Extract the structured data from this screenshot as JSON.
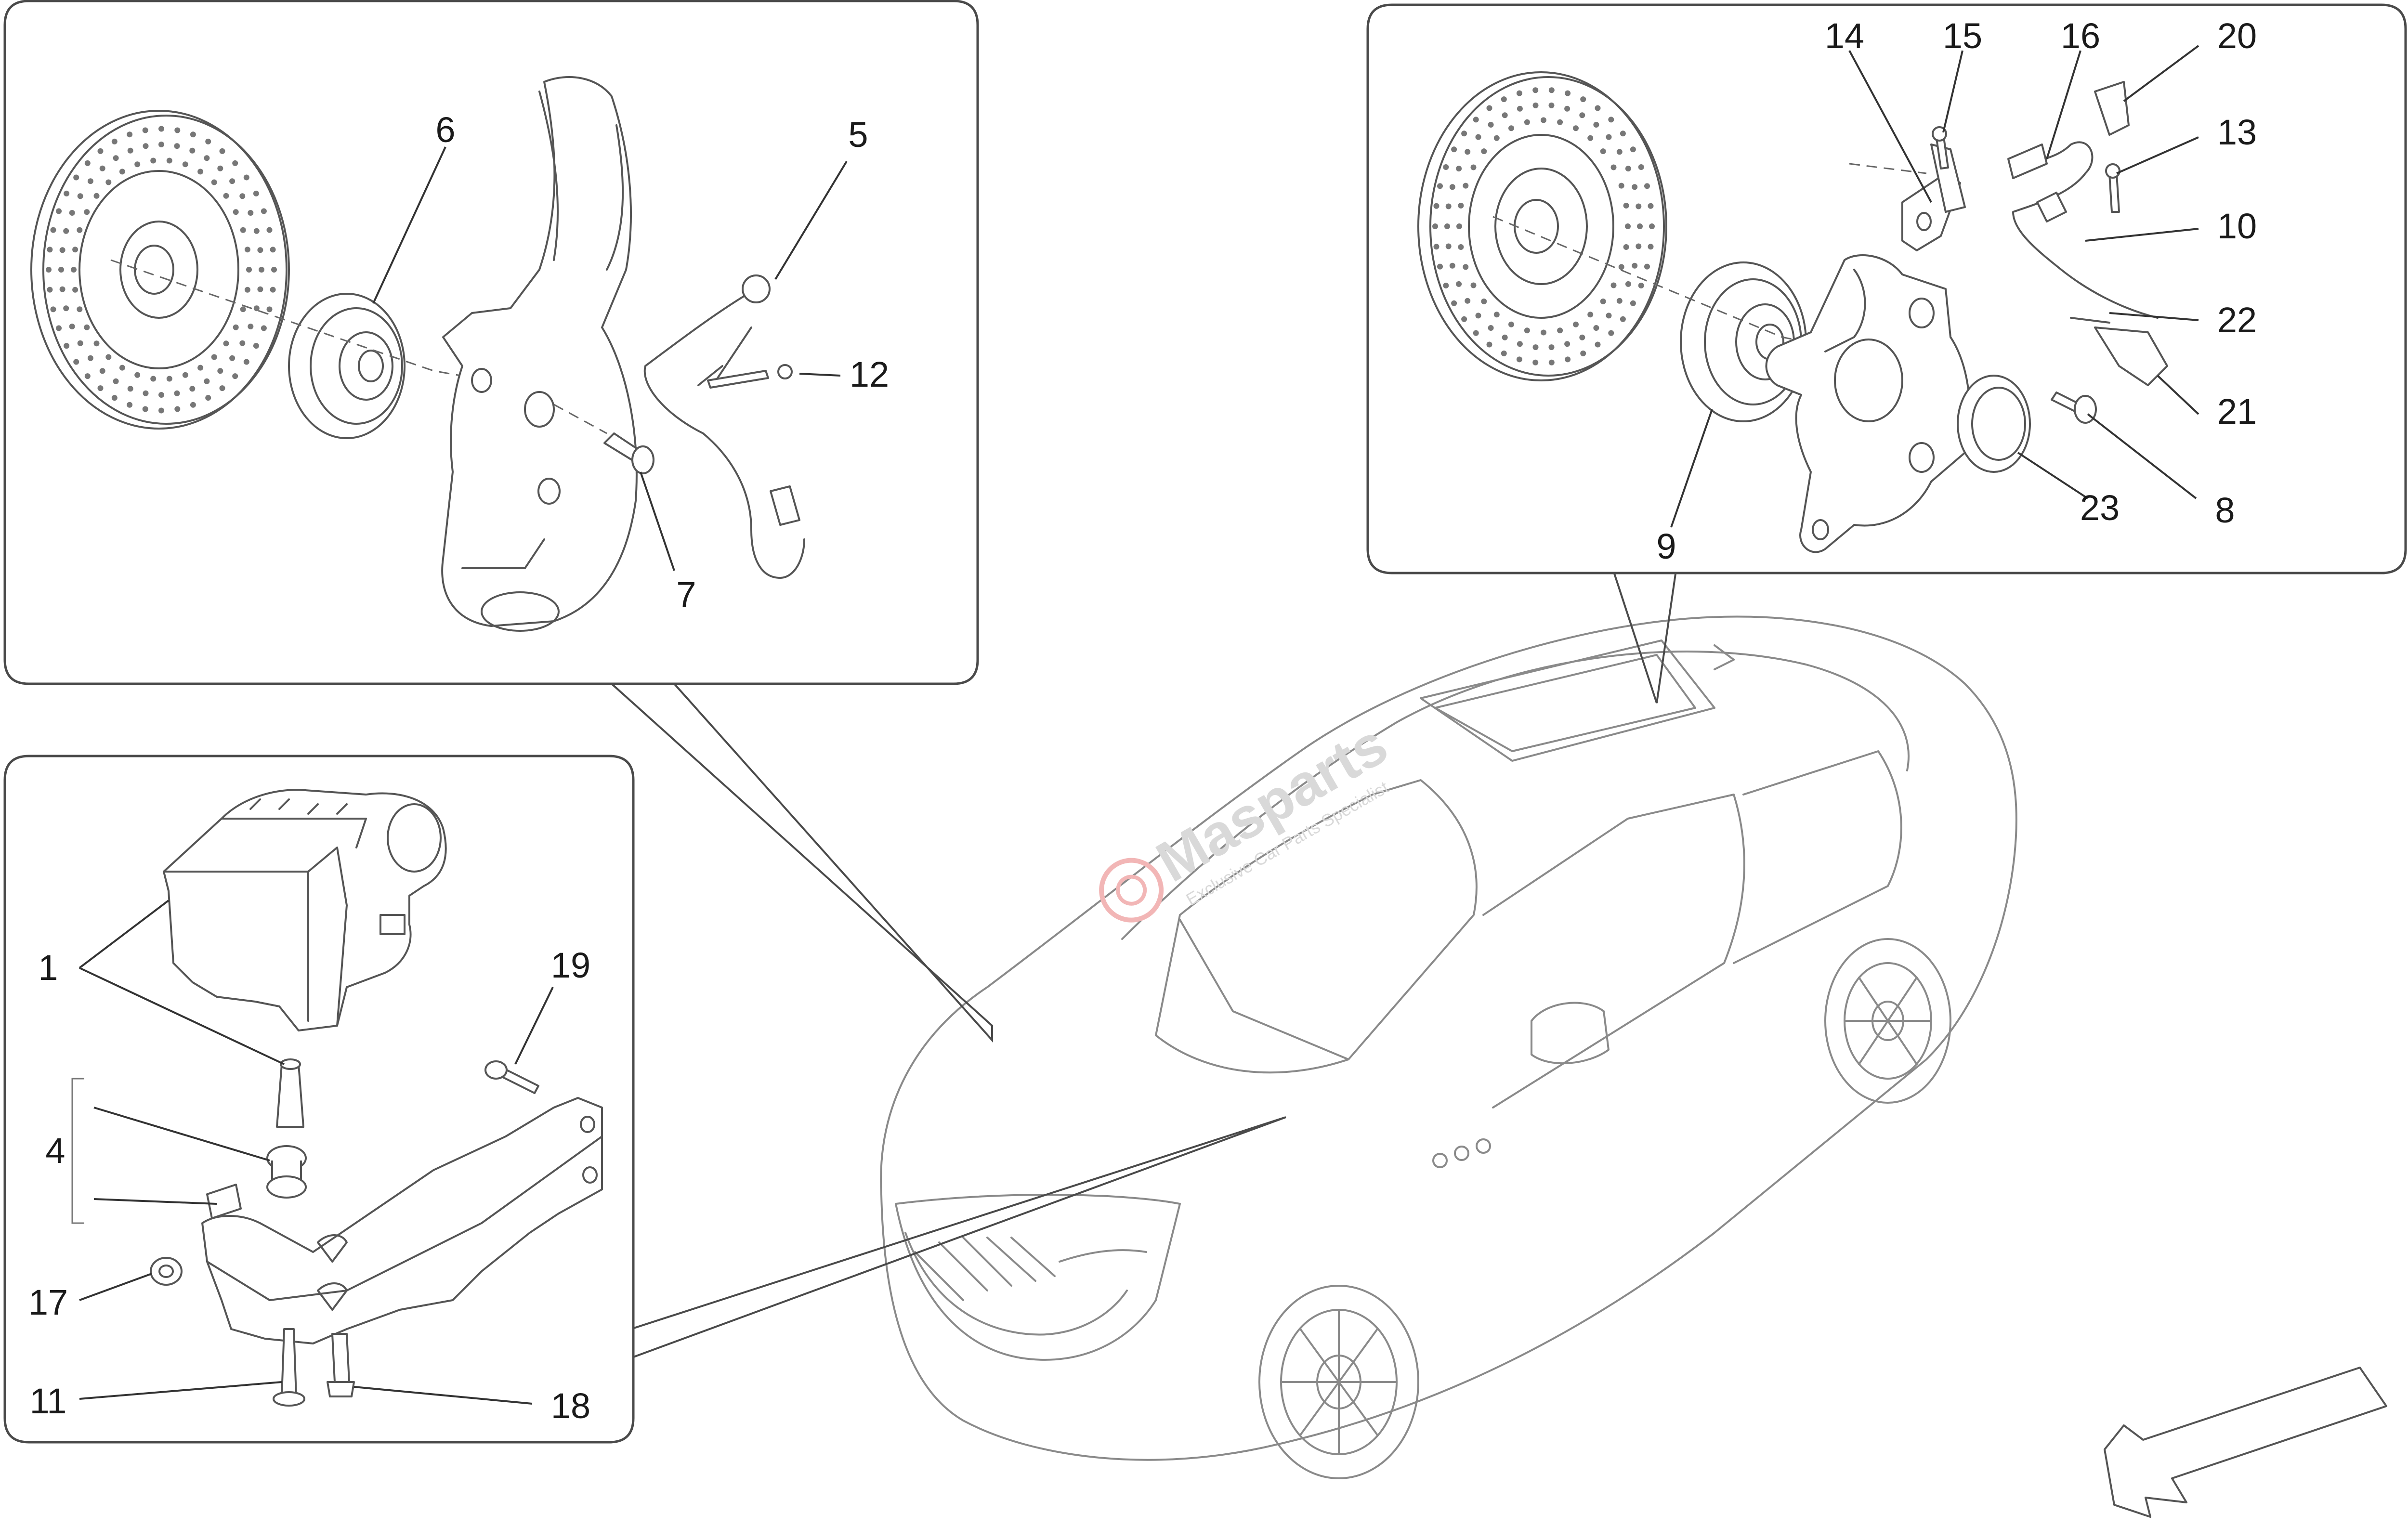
{
  "watermark": {
    "brand": "Masparts",
    "tagline": "Exclusive Car Parts Specialist",
    "color": "#d8d8d8",
    "accent": "#f2b6b6"
  },
  "callouts": {
    "front_panel": [
      "6",
      "5",
      "12",
      "7"
    ],
    "rear_panel": [
      "14",
      "15",
      "16",
      "20",
      "13",
      "10",
      "22",
      "21",
      "9",
      "23",
      "8"
    ],
    "abs_panel": [
      "1",
      "19",
      "4",
      "17",
      "11",
      "18"
    ]
  },
  "icons": {
    "direction": "direction-arrow-icon"
  }
}
